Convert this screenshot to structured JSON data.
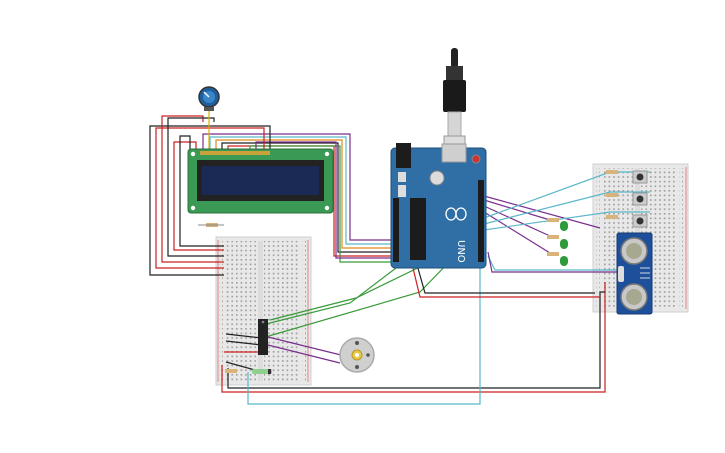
{
  "colors": {
    "background": "#ffffff",
    "arduino_board": "#2f6fa5",
    "lcd_bezel": "#3a9a55",
    "lcd_screen": "#1a2a55",
    "breadboard": "#e6e6e6",
    "wire_red": "#cc2020",
    "wire_black": "#222222",
    "wire_purple": "#7a2f8f",
    "wire_green": "#3a9a3a",
    "wire_cyan": "#5ab8c8",
    "wire_orange": "#e08a1e",
    "wire_yellow": "#d8b000",
    "led_green": "#2f9a3a",
    "sensor_blue": "#1e4f9a",
    "motor_gray": "#cfcfcf"
  },
  "components": {
    "arduino": {
      "label": "UNO",
      "icon": "arduino-uno-board"
    },
    "lcd": {
      "icon": "lcd-16x2-display"
    },
    "potentiometer": {
      "icon": "potentiometer-knob"
    },
    "usb_cable": {
      "icon": "usb-cable-plug"
    },
    "ultrasonic_sensor": {
      "icon": "ultrasonic-distance-sensor"
    },
    "dc_motor": {
      "icon": "dc-motor"
    },
    "motor_driver_ic": {
      "icon": "motor-driver-chip"
    },
    "leds": [
      "green-led",
      "green-led",
      "green-led"
    ],
    "buttons": [
      "push-button",
      "push-button",
      "push-button"
    ]
  }
}
